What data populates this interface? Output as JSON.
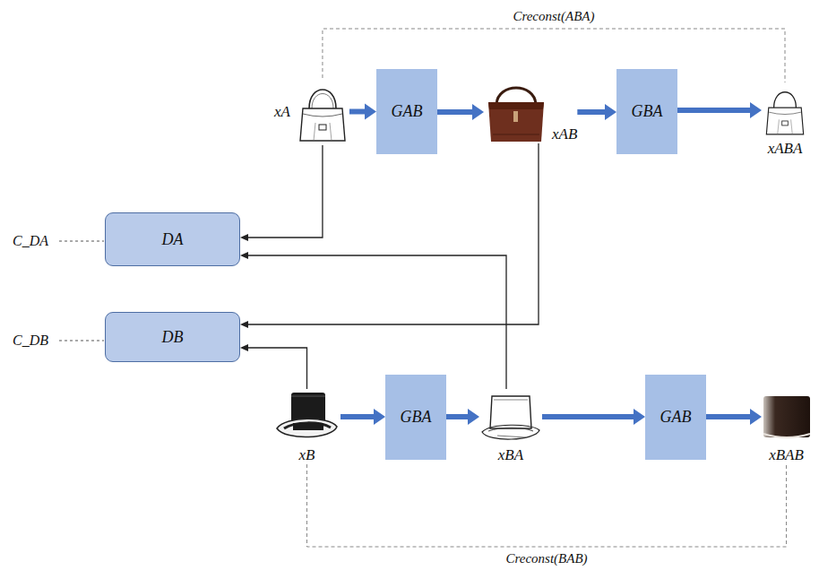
{
  "diagram": {
    "nodes": [
      {
        "text": [
          "xA"
        ]
      },
      {
        "text": [
          "GAB"
        ]
      },
      {
        "text": [
          "xAB"
        ]
      },
      {
        "text": [
          "GBA"
        ]
      },
      {
        "text": [
          "xABA"
        ]
      },
      {
        "text": [
          "DA"
        ]
      },
      {
        "text": [
          "DB"
        ]
      },
      {
        "text": [
          "xB"
        ]
      },
      {
        "text": [
          "GBA"
        ]
      },
      {
        "text": [
          "xBA"
        ]
      },
      {
        "text": [
          "GAB"
        ]
      },
      {
        "text": [
          "xBAB"
        ]
      }
    ],
    "edges": [
      {
        "from": 0,
        "to": 1,
        "arrow": "to"
      },
      {
        "from": 1,
        "to": 2,
        "arrow": "to"
      },
      {
        "from": 2,
        "to": 3,
        "arrow": "to"
      },
      {
        "from": 3,
        "to": 4,
        "arrow": "to"
      },
      {
        "from": 7,
        "to": 8,
        "arrow": "to"
      },
      {
        "from": 8,
        "to": 9,
        "arrow": "to"
      },
      {
        "from": 9,
        "to": 10,
        "arrow": "to"
      },
      {
        "from": 10,
        "to": 11,
        "arrow": "to"
      },
      {
        "from": 0,
        "to": 5,
        "arrow": "to"
      },
      {
        "from": 9,
        "to": 5,
        "arrow": "to"
      },
      {
        "from": 2,
        "to": 6,
        "arrow": "to"
      },
      {
        "from": 7,
        "to": 6,
        "arrow": "to"
      },
      {
        "from": 0,
        "to": 4,
        "label": "Creconst(ABA)",
        "arrow": "none"
      },
      {
        "from": 7,
        "to": 11,
        "label": "Creconst(BAB)",
        "arrow": "none"
      }
    ],
    "labels": [
      "C_DA",
      "C_DB"
    ]
  }
}
